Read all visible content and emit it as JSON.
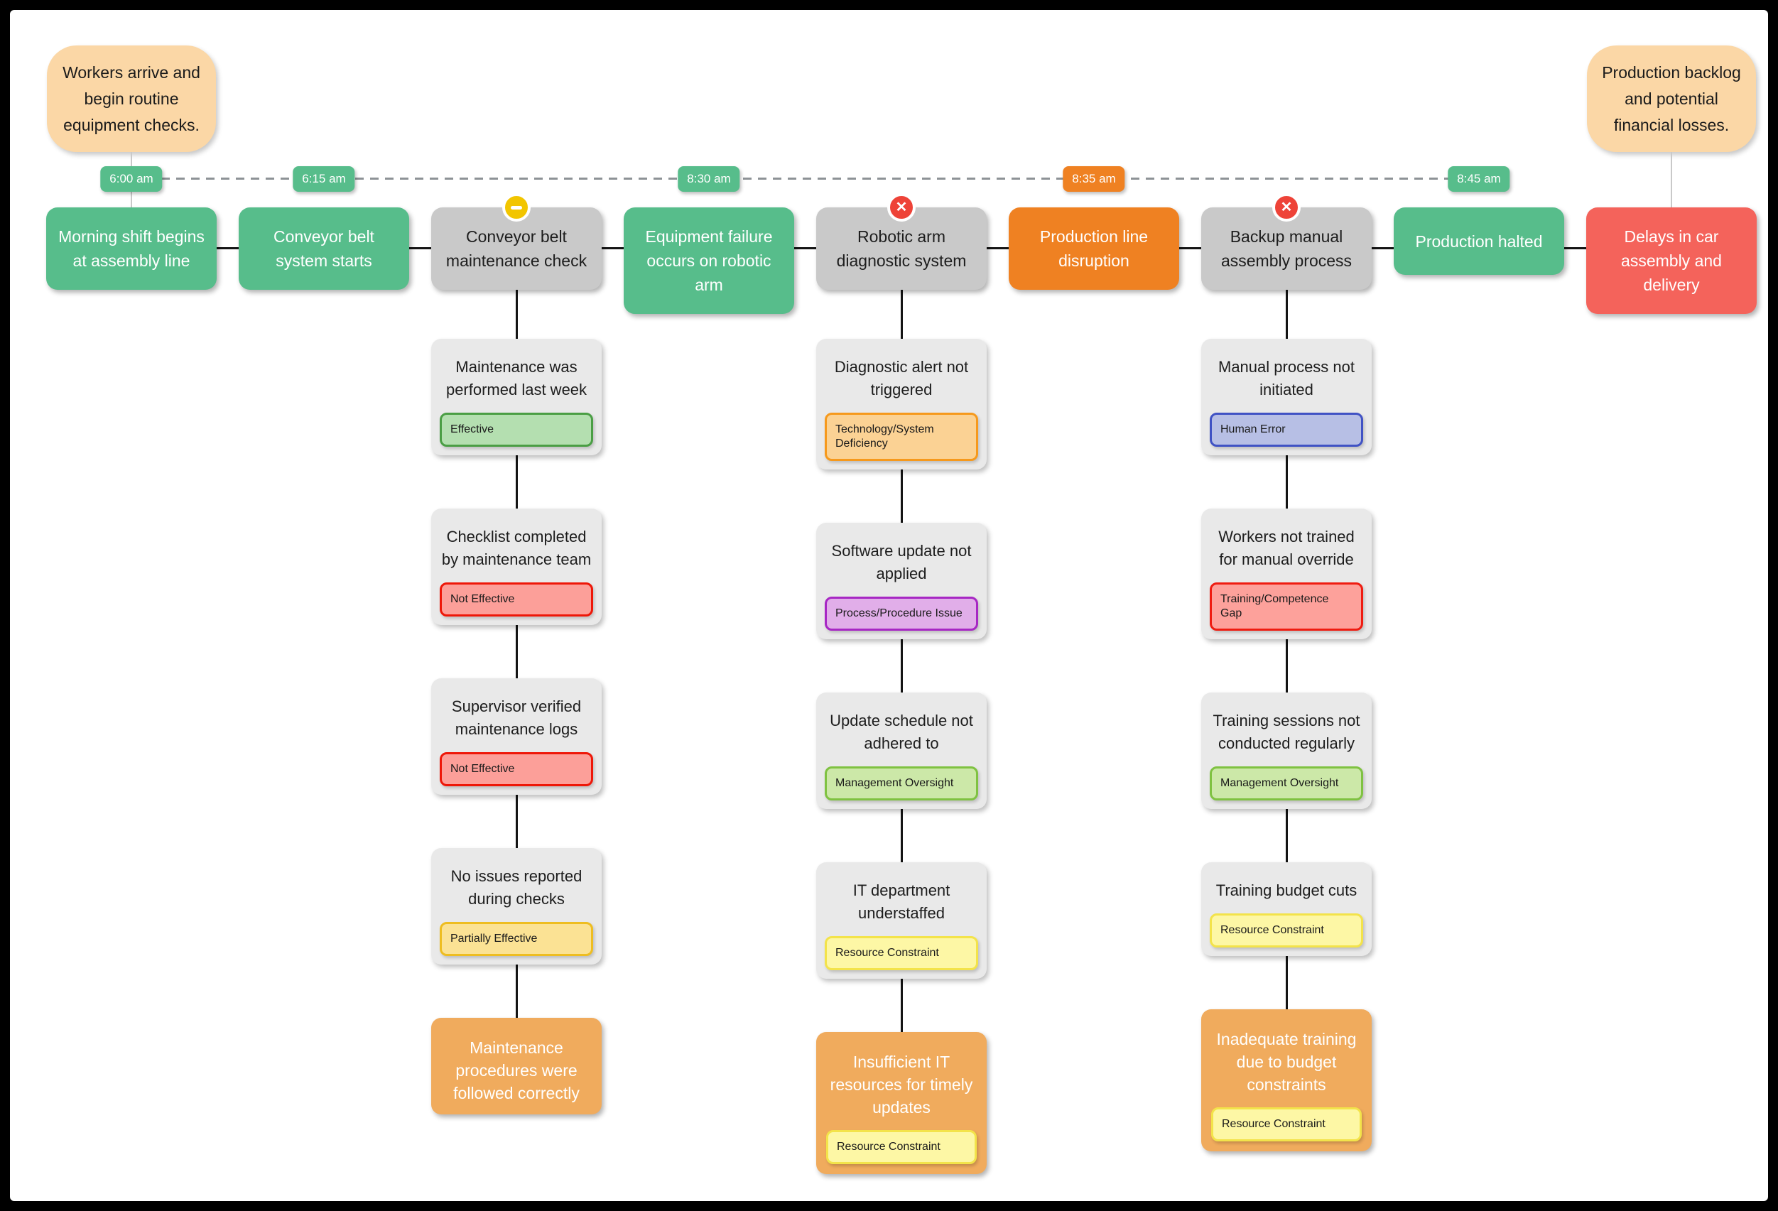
{
  "start_note": {
    "text": "Workers arrive and begin routine equipment checks."
  },
  "end_note": {
    "text": "Production backlog and potential financial losses."
  },
  "colors": {
    "event_green": "#57bd8b",
    "event_gray": "#c9c9c9",
    "event_orange": "#ef8122",
    "event_red": "#f4635b",
    "root_orange": "#f0ab5d",
    "note_peach": "#fbd7a6",
    "badge_green": "#57bd8b",
    "badge_orange": "#ef8122",
    "icon_yellow": "#f2c500",
    "icon_red": "#ee4338",
    "card_gray": "#e9e9e9",
    "tag_styles": {
      "effective": {
        "bg": "#b4dfb0",
        "border": "#4a9e44"
      },
      "not-effective": {
        "bg": "#fc9f99",
        "border": "#ee1708"
      },
      "partially-effective": {
        "bg": "#fbe294",
        "border": "#eebd20"
      },
      "tech-deficiency": {
        "bg": "#fbd294",
        "border": "#f6991c"
      },
      "process-issue": {
        "bg": "#e1aee9",
        "border": "#a727c4"
      },
      "management-oversight": {
        "bg": "#cce8a8",
        "border": "#7fc241"
      },
      "resource-constraint": {
        "bg": "#fdf7a5",
        "border": "#f3e34a"
      },
      "human-error": {
        "bg": "#b7bfe5",
        "border": "#4052c4"
      },
      "training-gap": {
        "bg": "#fda19b",
        "border": "#ef1c11"
      }
    }
  },
  "timeline": {
    "events": [
      {
        "label": "Morning shift begins at assembly line",
        "type": "normal",
        "time": "6:00 am",
        "time_color": "green"
      },
      {
        "label": "Conveyor belt system starts",
        "type": "normal",
        "time": "6:15 am",
        "time_color": "green"
      },
      {
        "label": "Conveyor belt maintenance check",
        "type": "neutral",
        "status_icon": "minus"
      },
      {
        "label": "Equipment failure occurs on robotic arm",
        "type": "normal",
        "time": "8:30 am",
        "time_color": "green"
      },
      {
        "label": "Robotic arm diagnostic system",
        "type": "neutral",
        "status_icon": "x"
      },
      {
        "label": "Production line disruption",
        "type": "critical",
        "time": "8:35 am",
        "time_color": "orange"
      },
      {
        "label": "Backup manual assembly process",
        "type": "neutral",
        "status_icon": "x"
      },
      {
        "label": "Production halted",
        "type": "normal",
        "time": "8:45 am",
        "time_color": "green"
      },
      {
        "label": "Delays in car assembly and delivery",
        "type": "impact"
      }
    ]
  },
  "analysis_columns": [
    {
      "anchor_event_index": 2,
      "causes": [
        {
          "text": "Maintenance was performed last week",
          "tag": {
            "label": "Effective",
            "style": "effective"
          }
        },
        {
          "text": "Checklist completed by maintenance team",
          "tag": {
            "label": "Not Effective",
            "style": "not-effective"
          }
        },
        {
          "text": "Supervisor verified maintenance logs",
          "tag": {
            "label": "Not Effective",
            "style": "not-effective"
          }
        },
        {
          "text": "No issues reported during checks",
          "tag": {
            "label": "Partially Effective",
            "style": "partially-effective"
          }
        }
      ],
      "root_cause": {
        "text": "Maintenance procedures were followed correctly",
        "tag": null
      }
    },
    {
      "anchor_event_index": 4,
      "causes": [
        {
          "text": "Diagnostic alert not triggered",
          "tag": {
            "label": "Technology/System Deficiency",
            "style": "tech-deficiency"
          }
        },
        {
          "text": "Software update not applied",
          "tag": {
            "label": "Process/Procedure Issue",
            "style": "process-issue"
          }
        },
        {
          "text": "Update schedule not adhered to",
          "tag": {
            "label": "Management Oversight",
            "style": "management-oversight"
          }
        },
        {
          "text": "IT department understaffed",
          "tag": {
            "label": "Resource Constraint",
            "style": "resource-constraint"
          }
        }
      ],
      "root_cause": {
        "text": "Insufficient IT resources for timely updates",
        "tag": {
          "label": "Resource Constraint",
          "style": "resource-constraint"
        }
      }
    },
    {
      "anchor_event_index": 6,
      "causes": [
        {
          "text": "Manual process not initiated",
          "tag": {
            "label": "Human Error",
            "style": "human-error"
          }
        },
        {
          "text": "Workers not trained for manual override",
          "tag": {
            "label": "Training/Competence Gap",
            "style": "training-gap"
          }
        },
        {
          "text": "Training sessions not conducted regularly",
          "tag": {
            "label": "Management Oversight",
            "style": "management-oversight"
          }
        },
        {
          "text": "Training budget cuts",
          "tag": {
            "label": "Resource Constraint",
            "style": "resource-constraint"
          }
        }
      ],
      "root_cause": {
        "text": "Inadequate training due to budget constraints",
        "tag": {
          "label": "Resource Constraint",
          "style": "resource-constraint"
        }
      }
    }
  ]
}
